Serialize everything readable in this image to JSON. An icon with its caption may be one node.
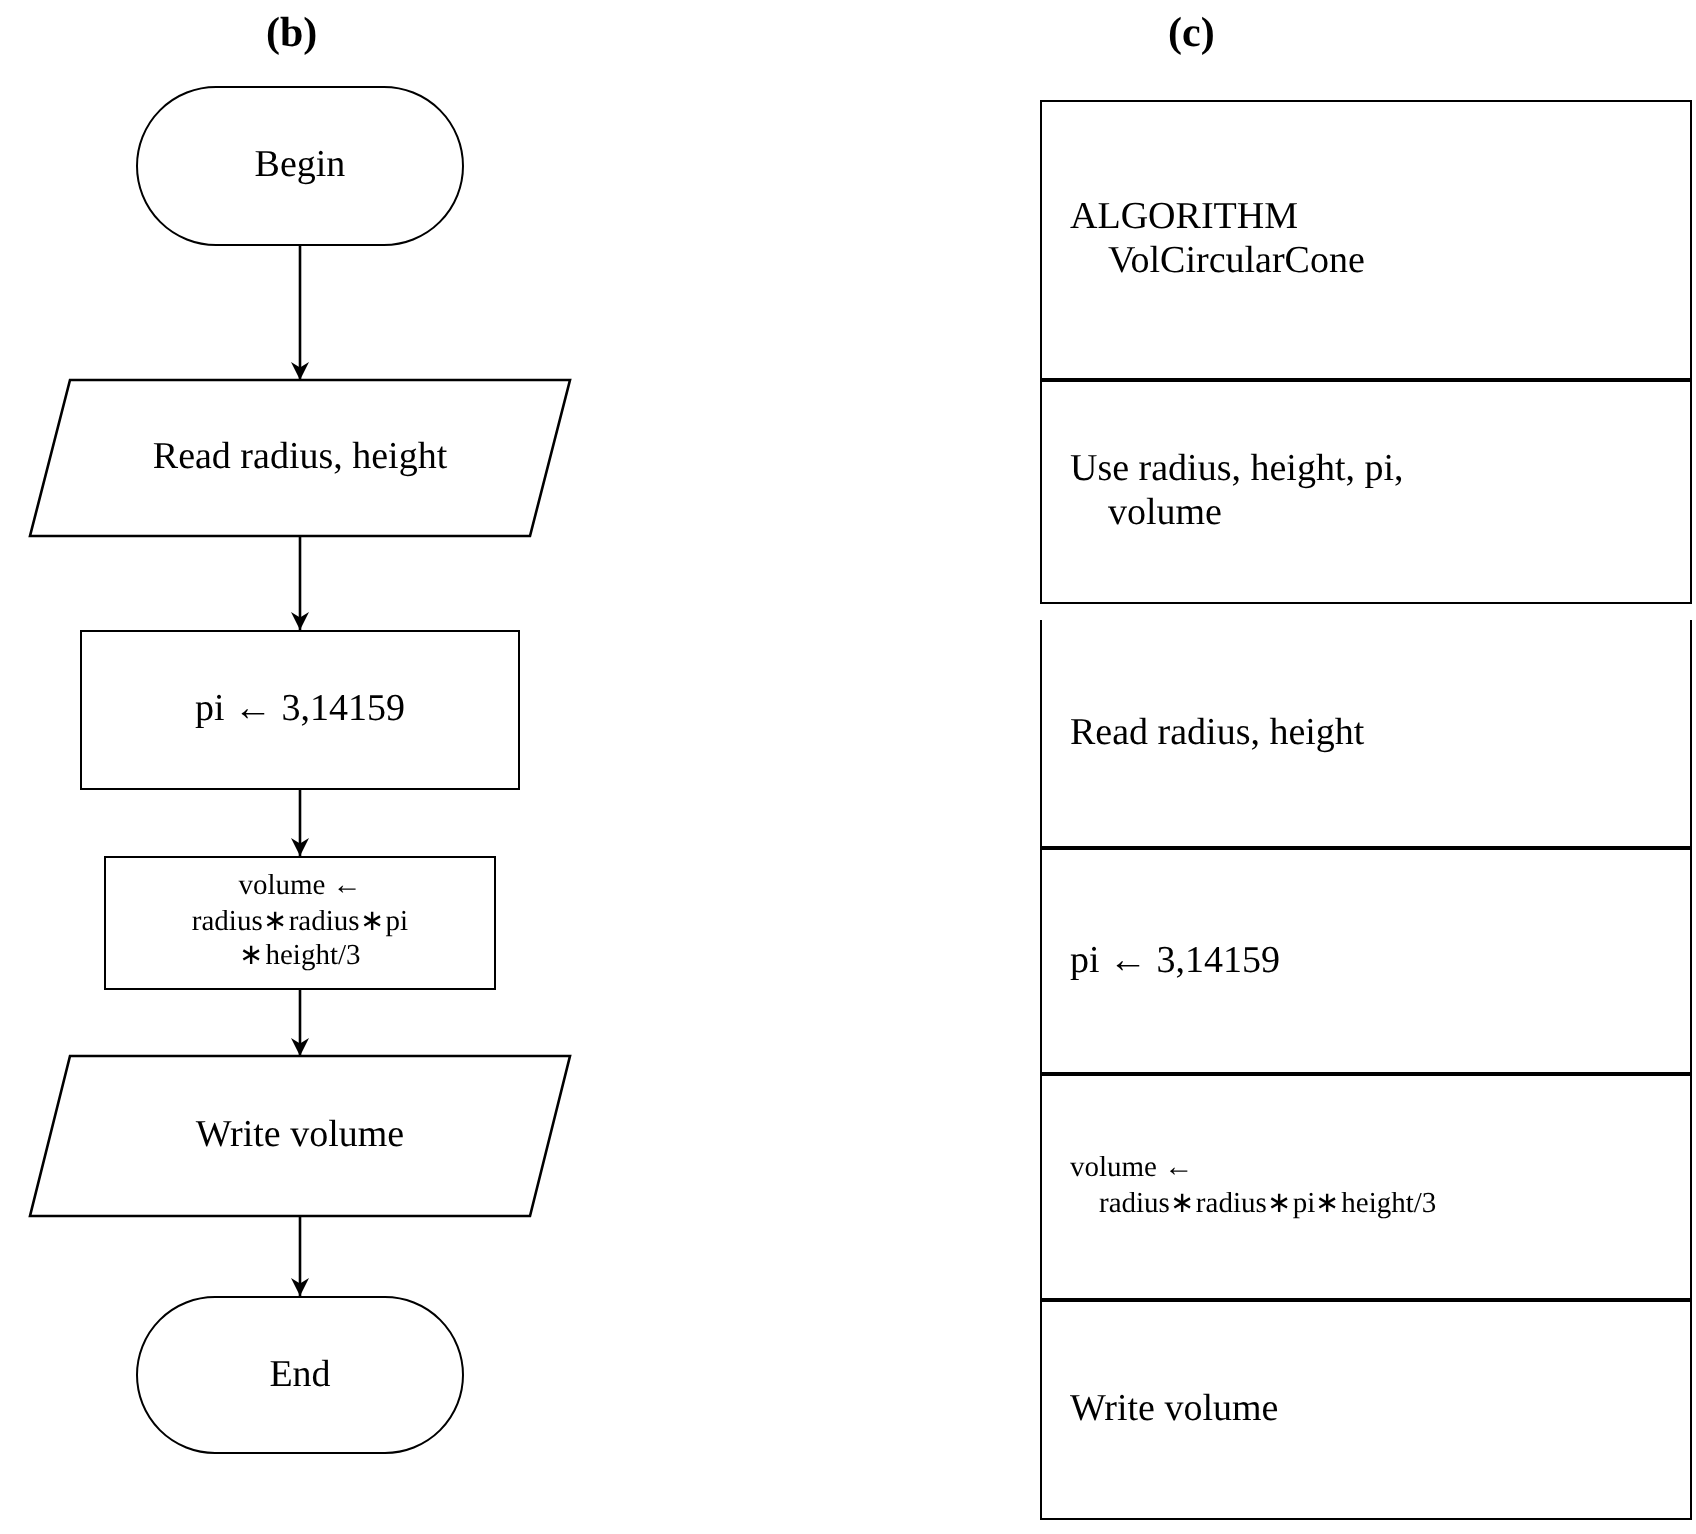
{
  "diagram": {
    "nodes": [
      {
        "text": [
          "Begin"
        ]
      },
      {
        "text": [
          "Read radius, height"
        ]
      },
      {
        "text": [
          "pi ← 3,14159"
        ]
      },
      {
        "text": [
          "volume ← radius∗radius∗pi ∗height/3"
        ]
      },
      {
        "text": [
          "Write volume"
        ]
      },
      {
        "text": [
          "End"
        ]
      },
      {
        "text": [
          "ALGORITHM VolCircularCone"
        ]
      },
      {
        "text": [
          "Use radius, height, pi, volume"
        ]
      },
      {
        "text": [
          "Read radius, height"
        ]
      },
      {
        "text": [
          "pi ← 3,14159"
        ]
      },
      {
        "text": [
          "volume ← radius∗radius∗pi∗height/3"
        ]
      },
      {
        "text": [
          "Write volume"
        ]
      }
    ],
    "edges": [
      {
        "from": 0,
        "to": 1,
        "arrow": "to"
      },
      {
        "from": 1,
        "to": 2,
        "arrow": "to"
      },
      {
        "from": 2,
        "to": 3,
        "arrow": "to"
      },
      {
        "from": 3,
        "to": 4,
        "arrow": "to"
      },
      {
        "from": 4,
        "to": 5,
        "arrow": "to"
      }
    ],
    "labels": [
      "(b)",
      "(c)"
    ]
  }
}
